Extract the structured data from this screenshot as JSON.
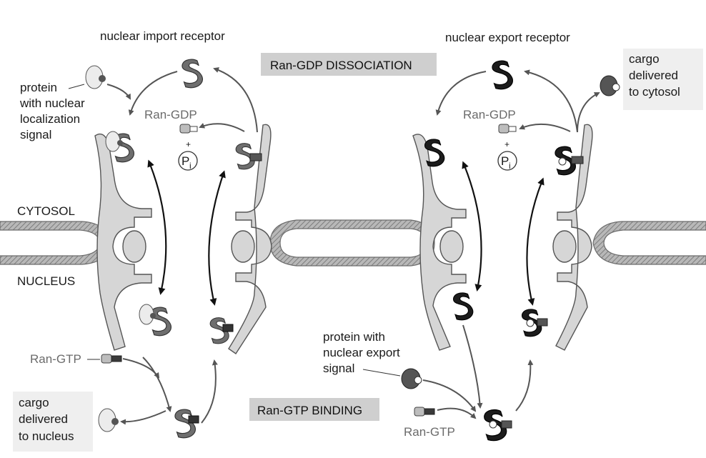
{
  "banners": {
    "dissociation": "Ran-GDP DISSOCIATION",
    "binding": "Ran-GTP BINDING"
  },
  "labels": {
    "import_receptor": "nuclear import receptor",
    "export_receptor": "nuclear export receptor",
    "nls_protein": [
      "protein",
      "with nuclear",
      "localization",
      "signal"
    ],
    "ran_gdp": "Ran-GDP",
    "pi_plus": "+",
    "pi_main": "P",
    "pi_sub": "i",
    "cytosol": "CYTOSOL",
    "nucleus": "NUCLEUS",
    "ran_gtp": "Ran-GTP",
    "cargo_nucleus": [
      "cargo",
      "delivered",
      "to nucleus"
    ],
    "cargo_cytosol": [
      "cargo",
      "delivered",
      "to cytosol"
    ],
    "nes_protein": [
      "protein with",
      "nuclear export",
      "signal"
    ]
  },
  "colors": {
    "import_receptor": "#6e6e6e",
    "export_receptor": "#1c1c1c",
    "pore": "#d6d6d6",
    "envelope": "#9a9a9a",
    "banner": "#cfcfcf",
    "ran_gtp": "#3a3a3a",
    "ran_gdp": "#bdbdbd"
  }
}
